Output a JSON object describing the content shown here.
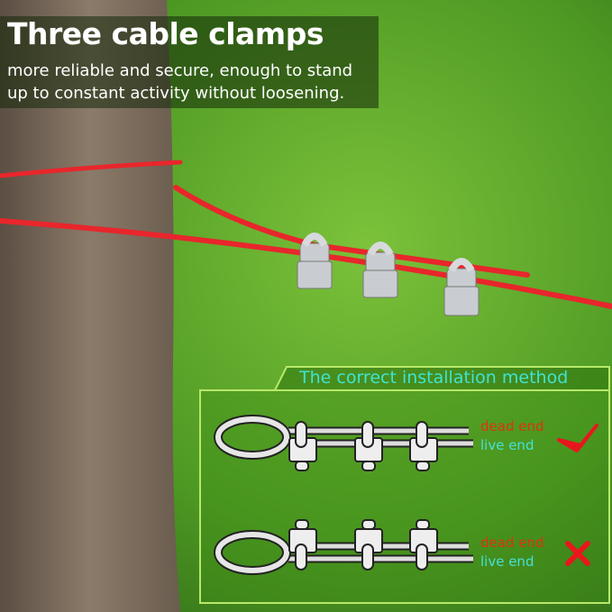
{
  "header": {
    "title": "Three cable clamps",
    "subtitle_lines": [
      "more reliable and secure, enough to stand",
      "up to constant activity without loosening."
    ]
  },
  "panel": {
    "title": "The correct installation method",
    "rows": [
      {
        "dead_label": "dead end",
        "live_label": "live end",
        "verdict_icon": "checkmark-icon",
        "verdict_color": "#e8171c"
      },
      {
        "dead_label": "dead end",
        "live_label": "live end",
        "verdict_icon": "x-icon",
        "verdict_color": "#e8171c"
      }
    ]
  },
  "colors": {
    "cable": "#e8262c",
    "title_accent": "#3fe3d4",
    "dead_end": "#e0330c",
    "live_end": "#45e0d6",
    "grass": "#5aa62a",
    "bark": "#7a6a58"
  }
}
